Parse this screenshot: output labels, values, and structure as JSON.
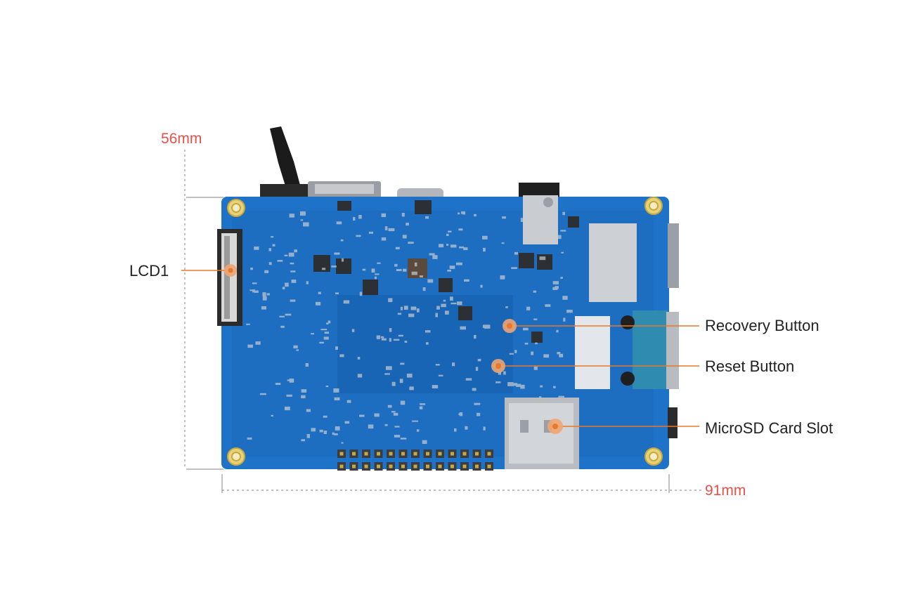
{
  "dimensions": {
    "height_label": "56mm",
    "width_label": "91mm"
  },
  "callouts": {
    "lcd": "LCD1",
    "recovery": "Recovery Button",
    "reset": "Reset Button",
    "microsd": "MicroSD Card Slot"
  },
  "colors": {
    "dimension_text": "#e8504a",
    "callout_line": "#e8782a",
    "board": "#1e73c8",
    "board_dark": "#155aa6"
  }
}
